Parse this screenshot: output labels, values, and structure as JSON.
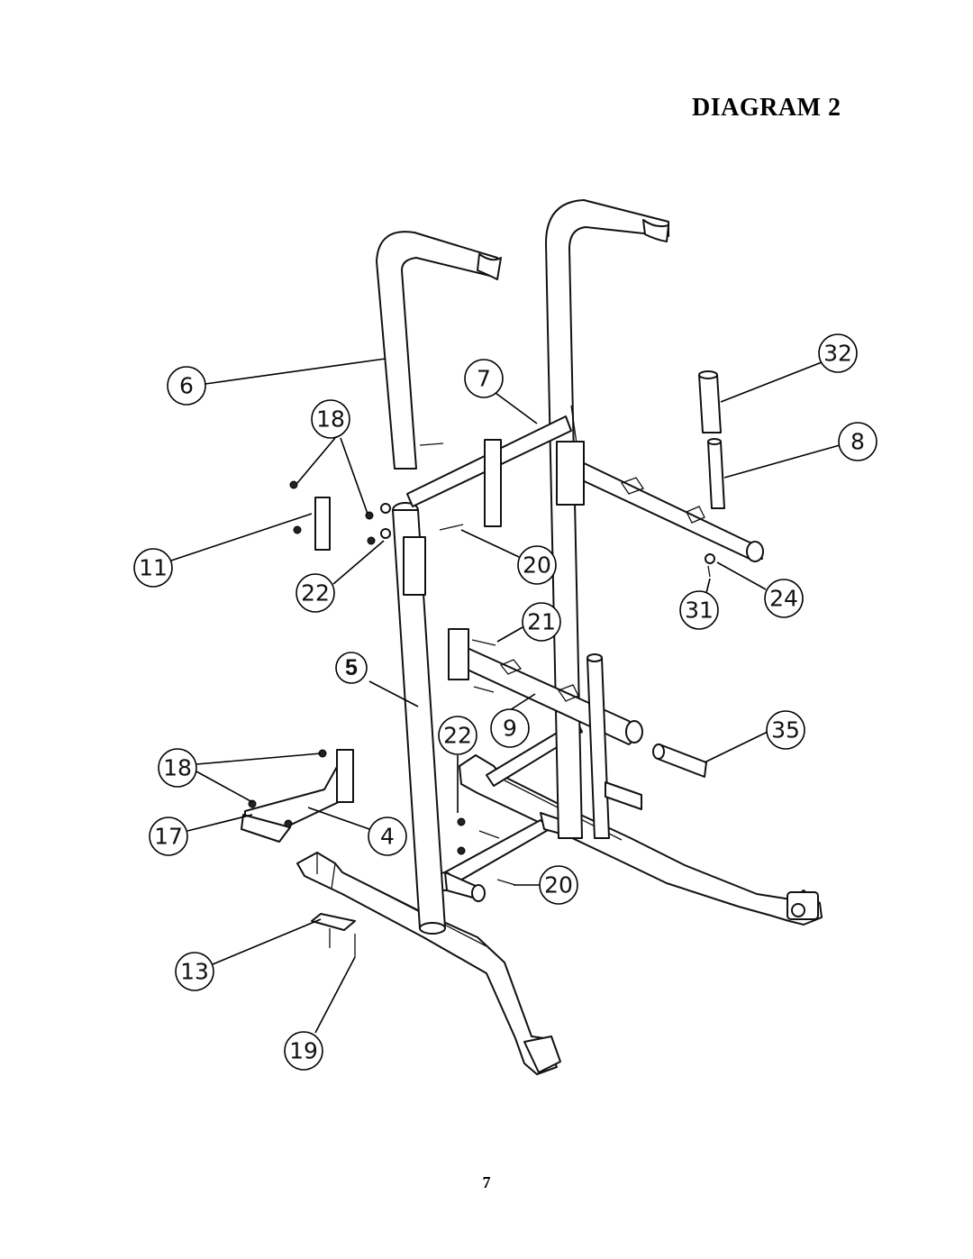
{
  "title": "DIAGRAM 2",
  "page_number": "7",
  "callouts": [
    {
      "id": "c6",
      "label": "6"
    },
    {
      "id": "c7",
      "label": "7"
    },
    {
      "id": "c18a",
      "label": "18"
    },
    {
      "id": "c32",
      "label": "32"
    },
    {
      "id": "c8",
      "label": "8"
    },
    {
      "id": "c11",
      "label": "11"
    },
    {
      "id": "c22a",
      "label": "22"
    },
    {
      "id": "c20a",
      "label": "20"
    },
    {
      "id": "c21",
      "label": "21"
    },
    {
      "id": "c31",
      "label": "31"
    },
    {
      "id": "c24",
      "label": "24"
    },
    {
      "id": "c5",
      "label": "5"
    },
    {
      "id": "c22b",
      "label": "22"
    },
    {
      "id": "c9",
      "label": "9"
    },
    {
      "id": "c35",
      "label": "35"
    },
    {
      "id": "c18b",
      "label": "18"
    },
    {
      "id": "c17",
      "label": "17"
    },
    {
      "id": "c4",
      "label": "4"
    },
    {
      "id": "c20b",
      "label": "20"
    },
    {
      "id": "c13",
      "label": "13"
    },
    {
      "id": "c19",
      "label": "19"
    }
  ]
}
